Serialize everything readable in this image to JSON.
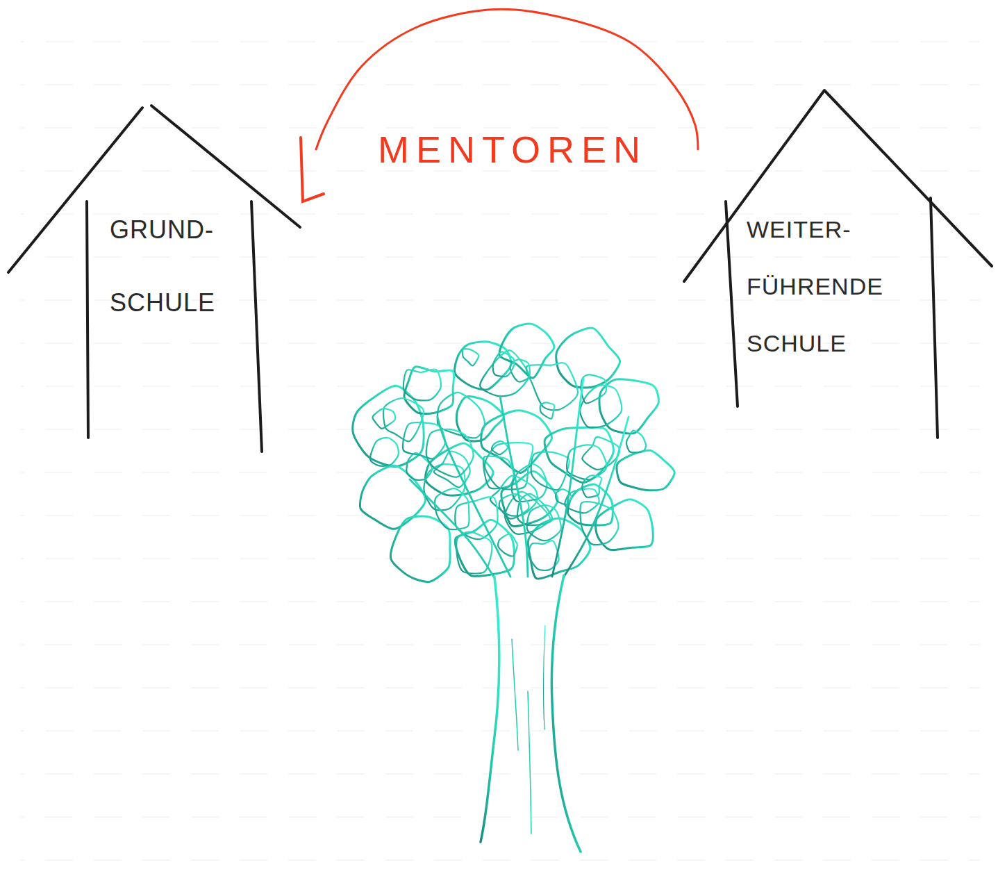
{
  "diagram": {
    "nodes": [
      {
        "text": [
          "GRUND- SCHULE"
        ]
      },
      {
        "text": [
          "WEITER- FÜHRENDE SCHULE"
        ]
      }
    ],
    "edges": [
      {
        "from": 0,
        "to": 1,
        "arrow": "none",
        "label": "MENTOREN"
      }
    ]
  }
}
